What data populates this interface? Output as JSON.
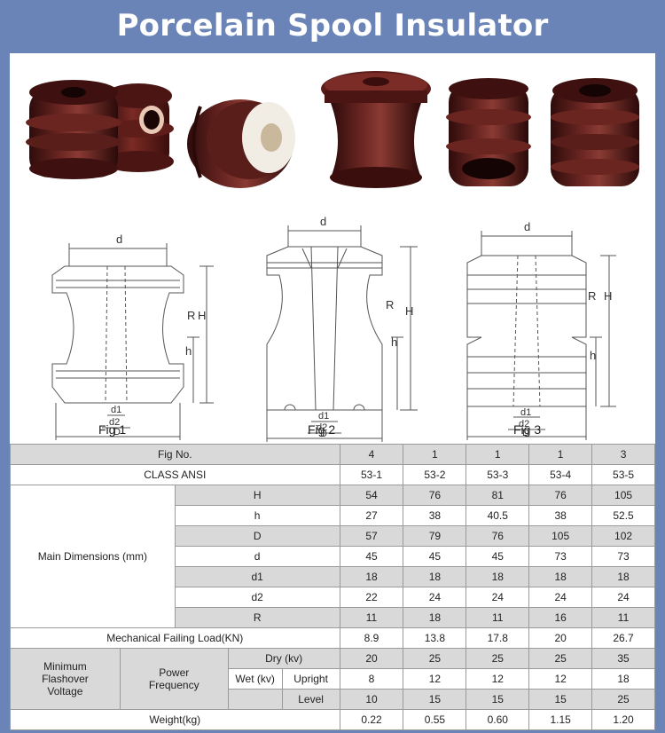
{
  "title": "Porcelain Spool Insulator",
  "figures": {
    "fig1": "Fig 1",
    "fig2": "Fig 2",
    "fig3": "Fig 3"
  },
  "dimension_labels": {
    "d": "d",
    "d1": "d1",
    "d2": "d2",
    "D": "D",
    "H": "H",
    "h": "h",
    "R": "R"
  },
  "colors": {
    "background": "#6a84b8",
    "porcelain": "#5a1f1c",
    "header_row": "#d9d9d9"
  },
  "table": {
    "fig_no_label": "Fig No.",
    "fig_no": [
      "4",
      "1",
      "1",
      "1",
      "3"
    ],
    "class_label": "CLASS ANSI",
    "class": [
      "53-1",
      "53-2",
      "53-3",
      "53-4",
      "53-5"
    ],
    "main_dim_label": "Main Dimensions (mm)",
    "dims": [
      {
        "label": "H",
        "values": [
          "54",
          "76",
          "81",
          "76",
          "105"
        ]
      },
      {
        "label": "h",
        "values": [
          "27",
          "38",
          "40.5",
          "38",
          "52.5"
        ]
      },
      {
        "label": "D",
        "values": [
          "57",
          "79",
          "76",
          "105",
          "102"
        ]
      },
      {
        "label": "d",
        "values": [
          "45",
          "45",
          "45",
          "73",
          "73"
        ]
      },
      {
        "label": "d1",
        "values": [
          "18",
          "18",
          "18",
          "18",
          "18"
        ]
      },
      {
        "label": "d2",
        "values": [
          "22",
          "24",
          "24",
          "24",
          "24"
        ]
      },
      {
        "label": "R",
        "values": [
          "11",
          "18",
          "11",
          "16",
          "11"
        ]
      }
    ],
    "mech_label": "Mechanical Failing Load(KN)",
    "mech": [
      "8.9",
      "13.8",
      "17.8",
      "20",
      "26.7"
    ],
    "flash_label_1": "Minimum",
    "flash_label_2": "Flashover",
    "flash_label_3": "Voltage",
    "power_label_1": "Power",
    "power_label_2": "Frequency",
    "dry_label": "Dry (kv)",
    "dry": [
      "20",
      "25",
      "25",
      "25",
      "35"
    ],
    "wet_label": "Wet (kv)",
    "upright_label": "Upright",
    "upright": [
      "8",
      "12",
      "12",
      "12",
      "18"
    ],
    "level_label": "Level",
    "level": [
      "10",
      "15",
      "15",
      "15",
      "25"
    ],
    "weight_label": "Weight(kg)",
    "weight": [
      "0.22",
      "0.55",
      "0.60",
      "1.15",
      "1.20"
    ]
  }
}
